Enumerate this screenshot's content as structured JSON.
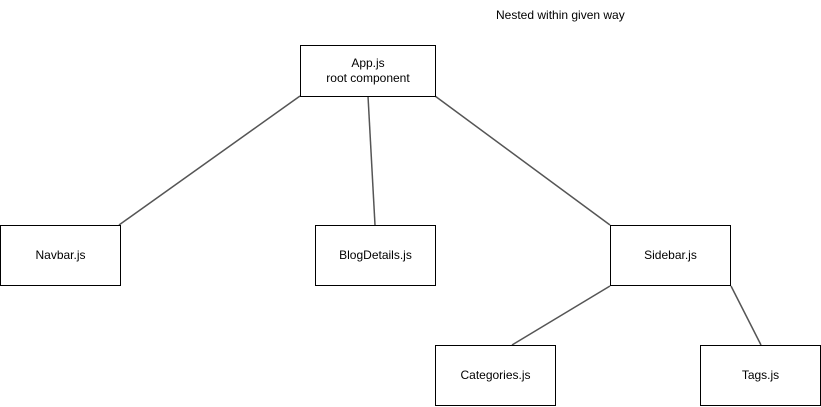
{
  "diagram": {
    "note": "Nested within given way",
    "nodes": {
      "app": {
        "line1": "App.js",
        "line2": "root component"
      },
      "navbar": {
        "label": "Navbar.js"
      },
      "blogdetails": {
        "label": "BlogDetails.js"
      },
      "sidebar": {
        "label": "Sidebar.js"
      },
      "categories": {
        "label": "Categories.js"
      },
      "tags": {
        "label": "Tags.js"
      }
    },
    "edges": [
      {
        "from": "App.js",
        "to": "Navbar.js"
      },
      {
        "from": "App.js",
        "to": "BlogDetails.js"
      },
      {
        "from": "App.js",
        "to": "Sidebar.js"
      },
      {
        "from": "Sidebar.js",
        "to": "Categories.js"
      },
      {
        "from": "Sidebar.js",
        "to": "Tags.js"
      }
    ],
    "colors": {
      "border": "#000000",
      "edge": "#555555",
      "background": "#ffffff"
    }
  }
}
